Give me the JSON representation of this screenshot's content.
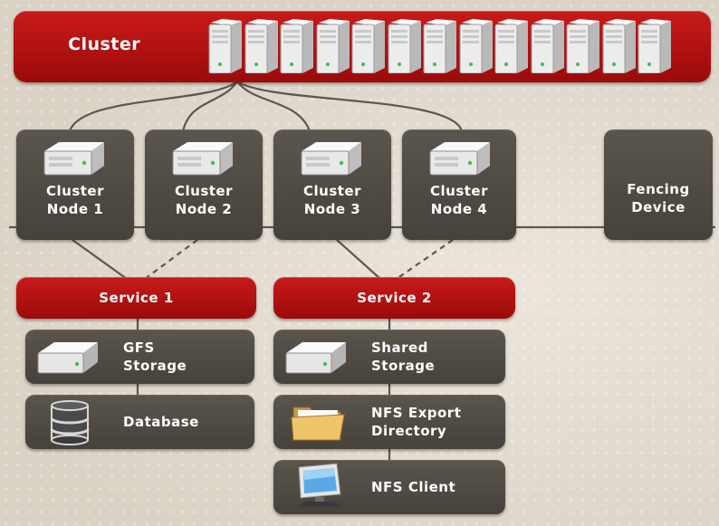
{
  "cluster": {
    "label": "Cluster",
    "server_count": 13,
    "icon": "rack-server-icon"
  },
  "nodes": [
    {
      "id": "node1",
      "line1": "Cluster",
      "line2": "Node 1",
      "icon": "server-icon"
    },
    {
      "id": "node2",
      "line1": "Cluster",
      "line2": "Node 2",
      "icon": "server-icon"
    },
    {
      "id": "node3",
      "line1": "Cluster",
      "line2": "Node 3",
      "icon": "server-icon"
    },
    {
      "id": "node4",
      "line1": "Cluster",
      "line2": "Node 4",
      "icon": "server-icon"
    }
  ],
  "fencing": {
    "line1": "Fencing",
    "line2": "Device"
  },
  "services": [
    {
      "label": "Service 1",
      "items": [
        {
          "line1": "GFS",
          "line2": "Storage",
          "icon": "storage-drive-icon"
        },
        {
          "line1": "Database",
          "line2": "",
          "icon": "database-icon"
        }
      ]
    },
    {
      "label": "Service 2",
      "items": [
        {
          "line1": "Shared",
          "line2": "Storage",
          "icon": "storage-drive-icon"
        },
        {
          "line1": "NFS Export",
          "line2": "Directory",
          "icon": "folder-icon"
        },
        {
          "line1": "NFS Client",
          "line2": "",
          "icon": "monitor-icon"
        }
      ]
    }
  ],
  "colors": {
    "red": "#b31212",
    "dark": "#4f4b44",
    "background": "#e3dbcd",
    "line": "#5b5750"
  }
}
